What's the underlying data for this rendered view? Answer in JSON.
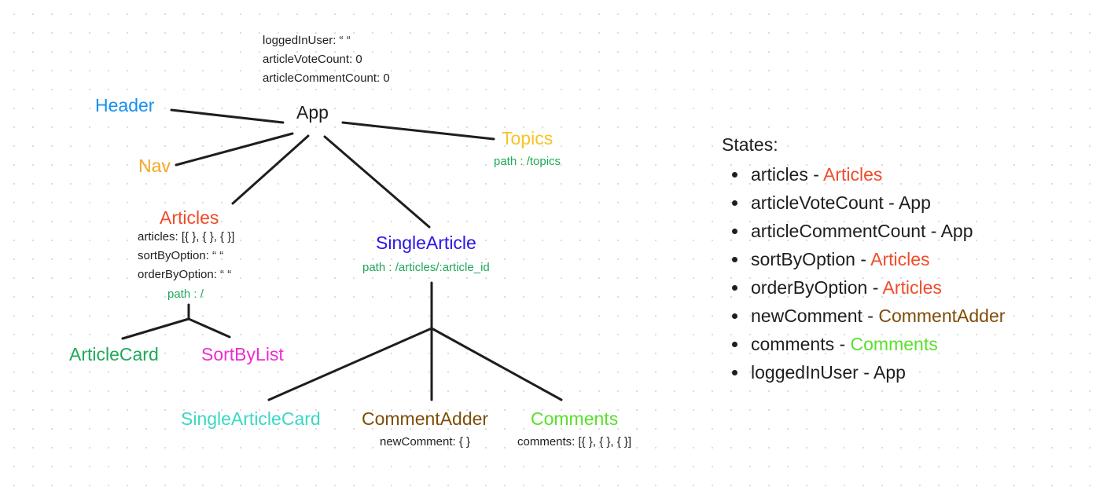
{
  "colors": {
    "ink": "#1e1e1e",
    "header": "#1490f0",
    "nav": "#f5a623",
    "topics": "#f6c426",
    "articles": "#ef4c2a",
    "single_article": "#2a14e8",
    "article_card": "#1fa85a",
    "sort_by_list": "#ee2cd2",
    "single_article_card": "#3ad8c4",
    "comment_adder": "#7d4e08",
    "comments": "#58e02c",
    "path_text": "#1fa85a"
  },
  "nodes": {
    "app": "App",
    "header": "Header",
    "nav": "Nav",
    "topics": "Topics",
    "articles": "Articles",
    "single_article": "SingleArticle",
    "article_card": "ArticleCard",
    "sort_by_list": "SortByList",
    "single_article_card": "SingleArticleCard",
    "comment_adder": "CommentAdder",
    "comments": "Comments"
  },
  "notes": {
    "app_state": "loggedInUser: “ “\narticleVoteCount: 0\narticleCommentCount: 0",
    "articles_state": "articles: [{ }, { }, { }]\nsortByOption: “ “\norderByOption: “ “",
    "comment_adder_state": "newComment: { }",
    "comments_state": "comments: [{ }, { }, { }]"
  },
  "paths": {
    "topics": "path : /topics",
    "articles": "path : /",
    "single_article": "path : /articles/:article_id"
  },
  "legend": {
    "title": "States:",
    "items": [
      {
        "state": "articles - ",
        "owner": "Articles",
        "owner_color": "#ef4c2a"
      },
      {
        "state": "articleVoteCount - ",
        "owner": "App",
        "owner_color": "#1e1e1e"
      },
      {
        "state": "articleCommentCount - ",
        "owner": "App",
        "owner_color": "#1e1e1e"
      },
      {
        "state": "sortByOption - ",
        "owner": "Articles",
        "owner_color": "#ef4c2a"
      },
      {
        "state": "orderByOption - ",
        "owner": "Articles",
        "owner_color": "#ef4c2a"
      },
      {
        "state": "newComment - ",
        "owner": "CommentAdder",
        "owner_color": "#7d4e08"
      },
      {
        "state": "comments - ",
        "owner": "Comments",
        "owner_color": "#58e02c"
      },
      {
        "state": "loggedInUser - ",
        "owner": "App",
        "owner_color": "#1e1e1e"
      }
    ]
  }
}
